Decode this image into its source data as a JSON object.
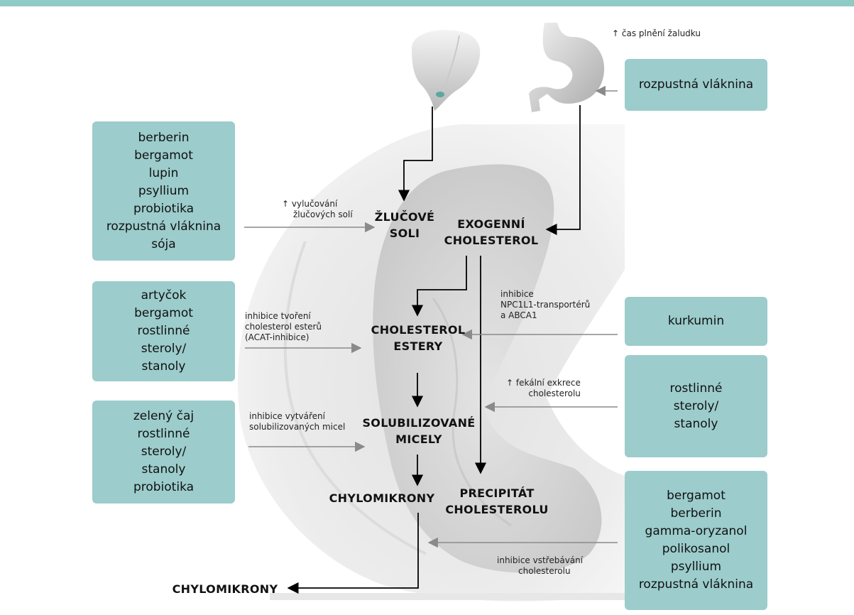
{
  "colors": {
    "top_bar": "#8fcbc4",
    "box_fill": "#9ccccc",
    "arrow_black": "#000000",
    "arrow_gray": "#8a8a8a"
  },
  "icons": {
    "liver": "liver-icon",
    "stomach": "stomach-icon"
  },
  "boxes": {
    "left_top": [
      "berberin",
      "bergamot",
      "lupin",
      "psyllium",
      "probiotika",
      "rozpustná vláknina",
      "sója"
    ],
    "left_mid": [
      "artyčok",
      "bergamot",
      "rostlinné",
      "steroly/",
      "stanoly"
    ],
    "left_bottom": [
      "zelený čaj",
      "rostlinné",
      "steroly/",
      "stanoly",
      "probiotika"
    ],
    "right_top": [
      "rozpustná vláknina"
    ],
    "right_kurkumin": [
      "kurkumin"
    ],
    "right_mid": [
      "rostlinné",
      "steroly/",
      "stanoly"
    ],
    "right_bottom": [
      "bergamot",
      "berberin",
      "gamma-oryzanol",
      "polikosanol",
      "psyllium",
      "rozpustná vláknina"
    ]
  },
  "nodes": {
    "zlucove_soli": [
      "ŽLUČOVÉ",
      "SOLI"
    ],
    "exogenni": [
      "EXOGENNÍ",
      "CHOLESTEROL"
    ],
    "estery": [
      "CHOLESTEROL",
      "ESTERY"
    ],
    "micely": [
      "SOLUBILIZOVANÉ",
      "MICELY"
    ],
    "chylomikrony_inner": "CHYLOMIKRONY",
    "precipitat": [
      "PRECIPITÁT",
      "CHOLESTEROLU"
    ],
    "chylomikrony_outer": "CHYLOMIKRONY"
  },
  "labels": {
    "zaludek": "↑ čas plnění žaludku",
    "vylucovani": [
      "↑ vylučování",
      "žlučových solí"
    ],
    "acat": [
      "inhibice tvoření",
      "cholesterol esterů",
      "(ACAT-inhibice)"
    ],
    "npc": [
      "inhibice",
      "NPC1L1-transportérů",
      "a ABCA1"
    ],
    "fekalni": [
      "↑ fekální exkrece",
      "cholesterolu"
    ],
    "micel": [
      "inhibice vytváření",
      "solubilizovaných micel"
    ],
    "vstrebavani": [
      "inhibice vstřebávání",
      "cholesterolu"
    ]
  }
}
